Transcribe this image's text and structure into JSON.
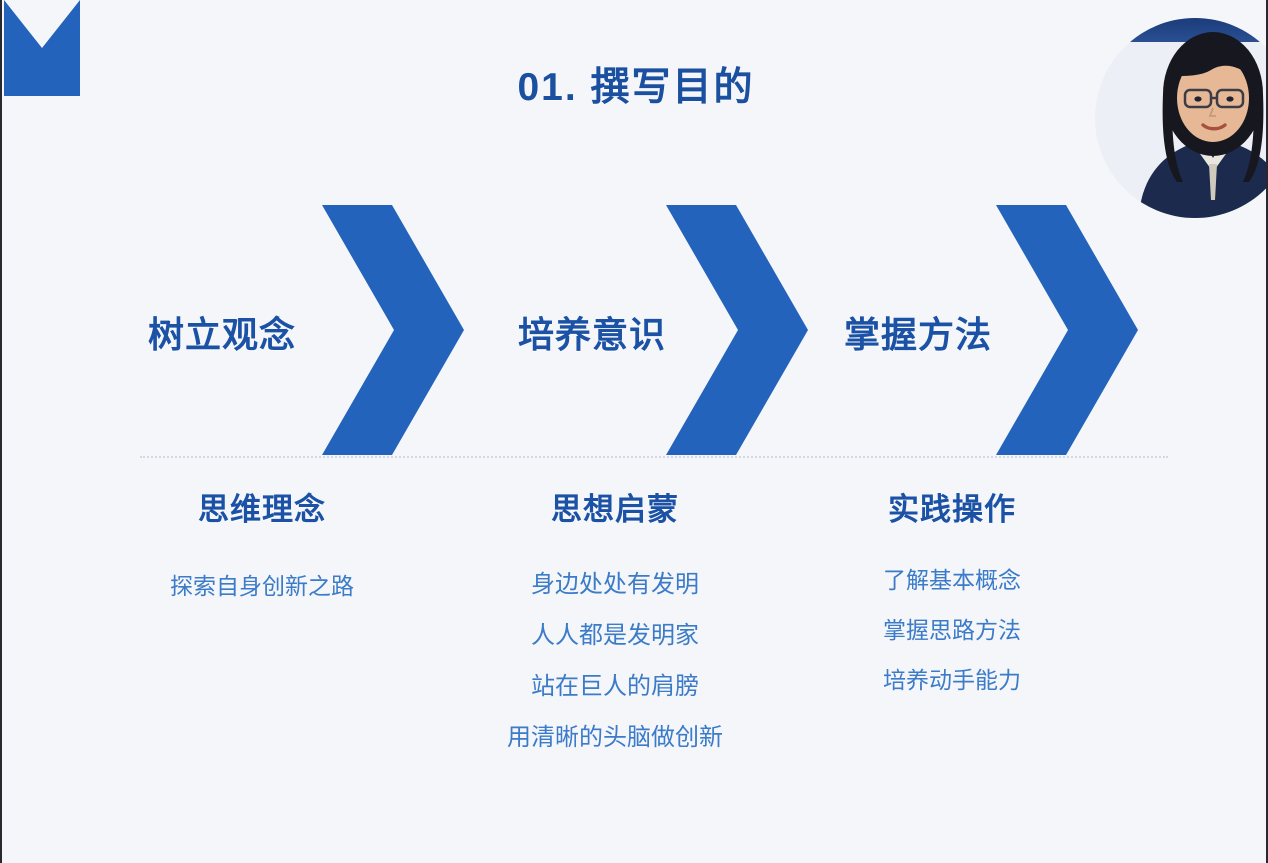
{
  "slide": {
    "title": "01. 撰写目的",
    "background_color": "#f4f6fa",
    "accent_color": "#2463bc",
    "title_color": "#1b4fa0",
    "body_text_color": "#3b7bc8",
    "logo_icon": "chevron-down-logo-mark"
  },
  "presenter": {
    "label": "presenter-webcam",
    "icon": "person-avatar"
  },
  "stages": [
    {
      "label": "树立观念",
      "arrow_icon": "chevron-right-arrow"
    },
    {
      "label": "培养意识",
      "arrow_icon": "chevron-right-arrow"
    },
    {
      "label": "掌握方法",
      "arrow_icon": "chevron-right-arrow"
    }
  ],
  "columns": [
    {
      "heading": "思维理念",
      "items": [
        "探索自身创新之路"
      ]
    },
    {
      "heading": "思想启蒙",
      "items": [
        "身边处处有发明",
        "人人都是发明家",
        "站在巨人的肩膀",
        "用清晰的头脑做创新"
      ]
    },
    {
      "heading": "实践操作",
      "items": [
        "了解基本概念",
        "掌握思路方法",
        "培养动手能力"
      ]
    }
  ]
}
